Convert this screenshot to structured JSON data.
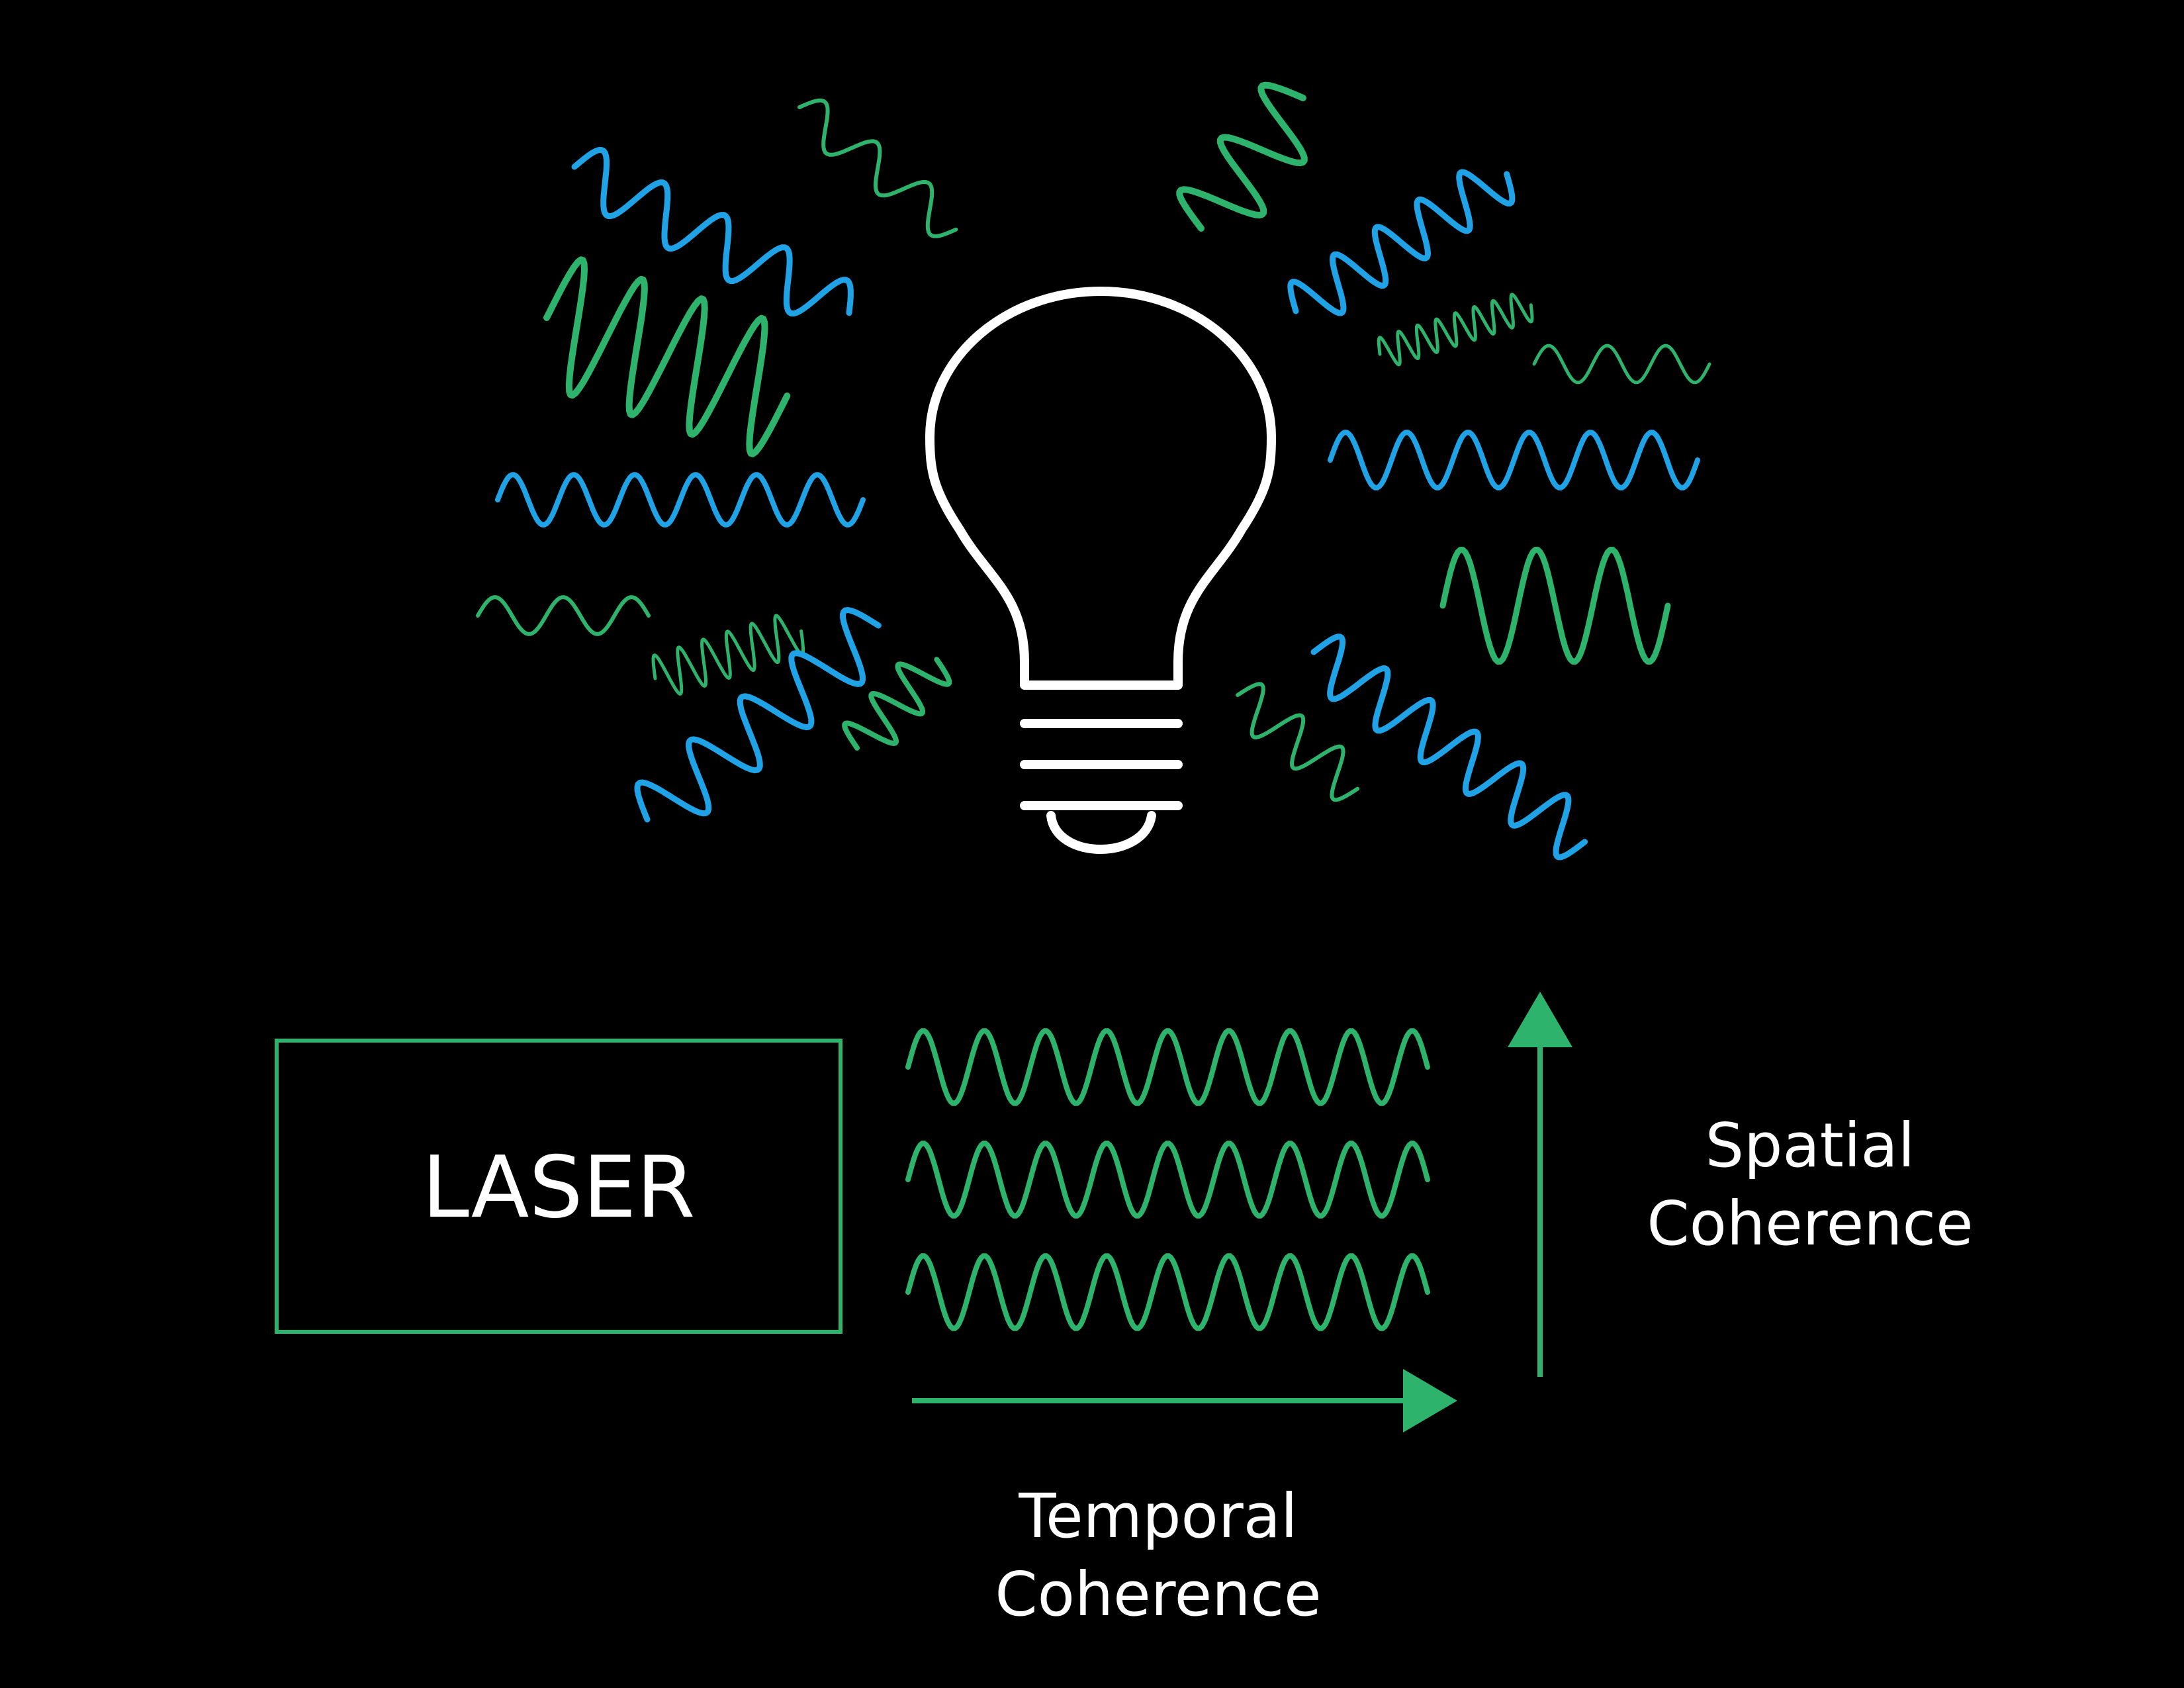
{
  "colors": {
    "background": "#000000",
    "bulb_outline": "#ffffff",
    "green": "#2db36b",
    "blue": "#1fa3e6",
    "text": "#ffffff"
  },
  "bulb": {
    "icon": "light-bulb-icon"
  },
  "laser": {
    "label": "LASER",
    "wave_count": 3,
    "icon": "laser-box"
  },
  "labels": {
    "spatial_line1": "Spatial",
    "spatial_line2": "Coherence",
    "temporal_line1": "Temporal",
    "temporal_line2": "Coherence"
  },
  "icons": {
    "temporal_arrow": "arrow-right-icon",
    "spatial_arrow": "arrow-up-icon"
  }
}
